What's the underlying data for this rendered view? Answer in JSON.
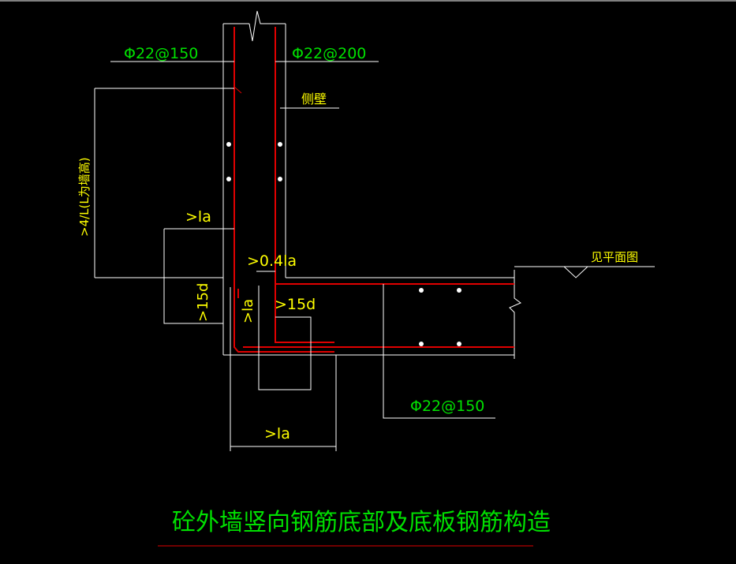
{
  "labels": {
    "rebar_left": "Φ22@150",
    "rebar_right": "Φ22@200",
    "side_wall": "侧壁",
    "vertical_note": ">4/L(L为墙高)",
    "la_upper": ">la",
    "la_04": ">0.4la",
    "d15_left": ">15d",
    "d15_right": ">15d",
    "la_vertical": ">la",
    "see_plan": "见平面图",
    "rebar_bottom": "Φ22@150",
    "la_bottom": ">la",
    "title": "砼外墙竖向钢筋底部及底板钢筋构造"
  },
  "colors": {
    "background": "#000000",
    "lines": "#ffffff",
    "rebar": "#e00000",
    "dimension_text": "#00e000",
    "note_text": "#ffff00",
    "title_underline": "#e00000"
  }
}
